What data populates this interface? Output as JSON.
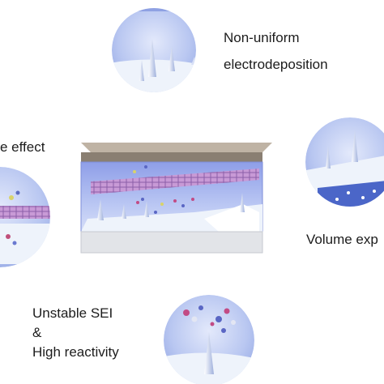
{
  "labels": {
    "non_uniform": "Non-uniform",
    "electrodeposition": "electrodeposition",
    "side_effect": "e effect",
    "volume_expansion": "Volume exp",
    "unstable_sei": "Unstable SEI",
    "ampersand": "&",
    "high_reactivity": "High reactivity"
  },
  "colors": {
    "circle_blue": "#b8c8f0",
    "electrolyte_blue": "#c4d0f5",
    "lithium_white": "#eef3fb",
    "separator_purple": "#b08cc8",
    "top_cap": "#8a7f72",
    "base_gray": "#e2e4e8"
  }
}
